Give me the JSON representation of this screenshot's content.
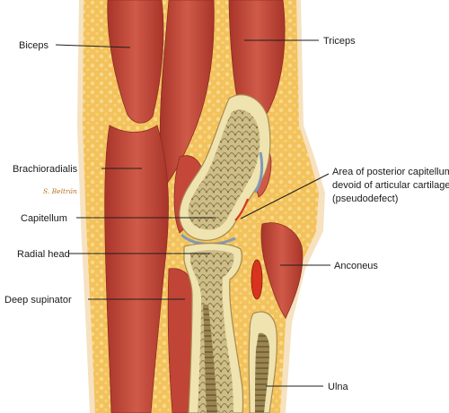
{
  "figure": {
    "labels": {
      "biceps": "Biceps",
      "triceps": "Triceps",
      "brachioradialis": "Brachioradialis",
      "capitellum": "Capitellum",
      "radial_head": "Radial head",
      "deep_supinator": "Deep supinator",
      "pseudodefect_line1": "Area of posterior capitellum",
      "pseudodefect_line2": "devoid of articular cartilage",
      "pseudodefect_line3": "(pseudodefect)",
      "anconeus": "Anconeus",
      "ulna": "Ulna"
    },
    "signature": "S. Beltrán",
    "colors": {
      "fat": "#f3c25c",
      "skin": "#f6e2c0",
      "muscle": "#c4473a",
      "muscle_dark": "#a23328",
      "bone_cortex": "#efe3b0",
      "bone_marrow": "#b9a56e",
      "cartilage": "#7f9ab8",
      "vessel": "#d9331f"
    }
  }
}
